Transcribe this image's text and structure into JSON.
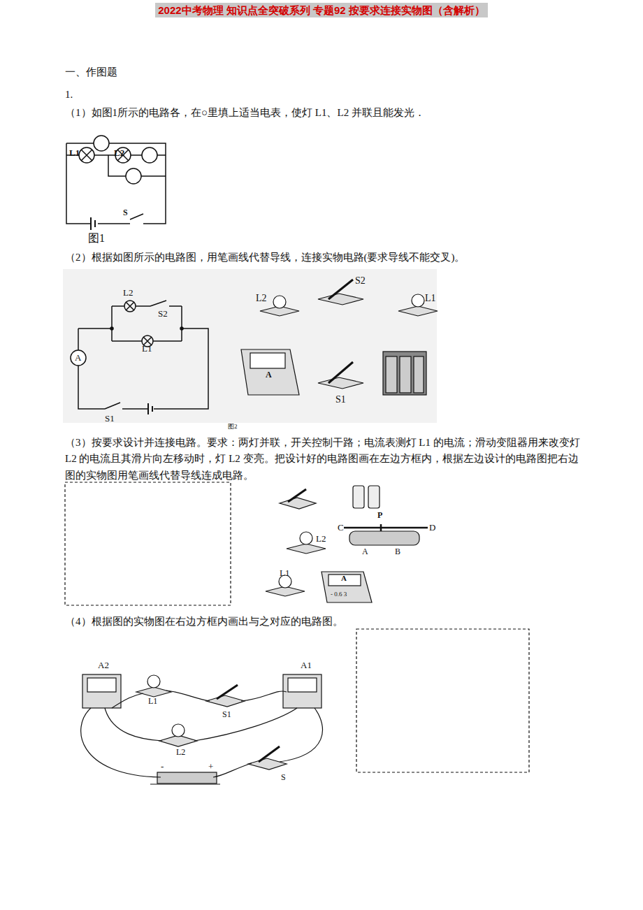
{
  "diagram": {
    "title": "2022中考物理 知识点全突破系列 专题92 按要求连接实物图（含解析）",
    "labels": [
      "一、作图题",
      "1.",
      "（1）如图1所示的电路各，在○里填上适当电表，使灯 L1、L2 并联且能发光．",
      "L1",
      "L2",
      "S",
      "图1",
      "（2）根据如图所示的电路图，用笔画线代替导线，连接实物电路(要求导线不能交叉)。",
      "L2",
      "S2",
      "L1",
      "A",
      "S1",
      "L2",
      "S2",
      "L1",
      "A",
      "S1",
      "图2",
      "（3）按要求设计并连接电路。要求：两灯并联，开关控制干路；电流表测灯 L1 的电流；滑动变阻器用来改变灯 L2 的电流且其滑片向左移动时，灯 L2 变亮。把设计好的电路图画在左边方框内，根据左边设计的电路图把右边图的实物图用笔画线代替导线连成电路。",
      "L2",
      "C",
      "P",
      "D",
      "A",
      "B",
      "L1",
      "A",
      "- 0.6 3",
      "（4）根据图的实物图在右边方框内画出与之对应的电路图。",
      "A2",
      "L1",
      "S1",
      "A1",
      "L2",
      "S",
      "-",
      "+"
    ]
  }
}
